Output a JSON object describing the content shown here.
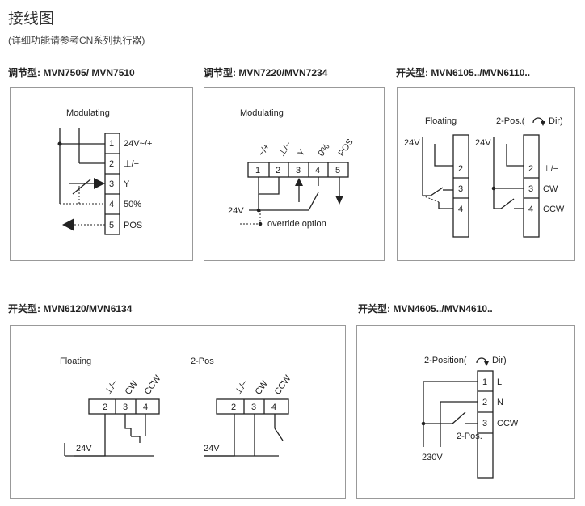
{
  "page": {
    "title": "接线图",
    "subtitle": "(详细功能请参考CN系列执行器)"
  },
  "diagrams": {
    "d1": {
      "label": "调节型: MVN7505/ MVN7510",
      "mode": "Modulating",
      "terminals": [
        "1",
        "2",
        "3",
        "4",
        "5"
      ],
      "signals": [
        "24V~/+",
        "⊥/−",
        "Y",
        "50%",
        "POS"
      ]
    },
    "d2": {
      "label": "调节型: MVN7220/MVN7234",
      "mode": "Modulating",
      "terminals": [
        "1",
        "2",
        "3",
        "4",
        "5"
      ],
      "signals": [
        "~/+",
        "⊥/−",
        "Y",
        "0%",
        "POS"
      ],
      "supply": "24V",
      "override": "override option"
    },
    "d3": {
      "label": "开关型: MVN6105../MVN6110..",
      "mode_left": "Floating",
      "mode_right": "2-Pos.(",
      "mode_right_dir": "Dir)",
      "supply": "24V",
      "terminals_left": [
        "2",
        "3",
        "4"
      ],
      "terminals_right": [
        "2",
        "3",
        "4"
      ],
      "signals_right": [
        "⊥/−",
        "CW",
        "CCW"
      ]
    },
    "d4": {
      "label": "开关型: MVN6120/MVN6134",
      "mode_left": "Floating",
      "mode_right": "2-Pos",
      "signals": [
        "⊥/−",
        "CW",
        "CCW"
      ],
      "terminals": [
        "2",
        "3",
        "4"
      ],
      "supply": "24V"
    },
    "d5": {
      "label": "开关型: MVN4605../MVN4610..",
      "mode": "2-Position(",
      "mode_dir": "Dir)",
      "terminals": [
        "1",
        "2",
        "3"
      ],
      "signals": [
        "L",
        "N",
        "CCW"
      ],
      "switch_label": "2-Pos.",
      "supply": "230V"
    }
  }
}
